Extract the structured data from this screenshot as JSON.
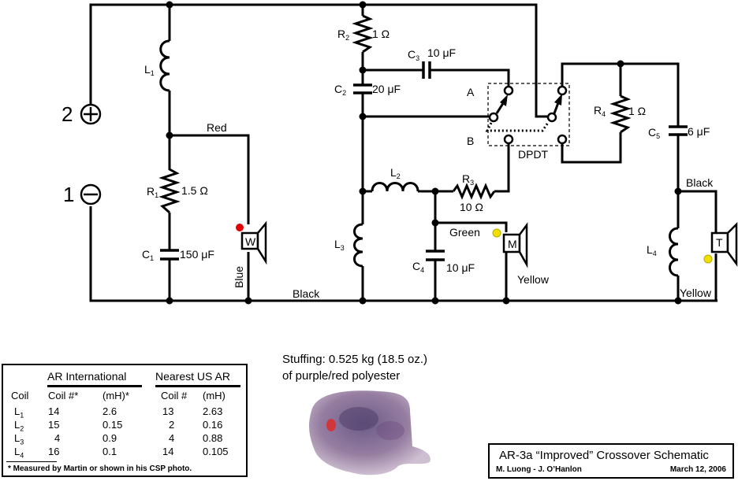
{
  "schematic": {
    "terminals": {
      "positive": {
        "number": "2",
        "symbol": "plus"
      },
      "negative": {
        "number": "1",
        "symbol": "minus"
      }
    },
    "components": {
      "L1": {
        "name": "L",
        "sub": "1"
      },
      "R1": {
        "name": "R",
        "sub": "1",
        "value": "1.5 Ω"
      },
      "C1": {
        "name": "C",
        "sub": "1",
        "value": "150 μF"
      },
      "R2": {
        "name": "R",
        "sub": "2",
        "value": "1  Ω"
      },
      "C2": {
        "name": "C",
        "sub": "2",
        "value": "20 μF"
      },
      "C3": {
        "name": "C",
        "sub": "3",
        "value": "10 μF"
      },
      "L2": {
        "name": "L",
        "sub": "2"
      },
      "R3": {
        "name": "R",
        "sub": "3",
        "value": "10 Ω"
      },
      "L3": {
        "name": "L",
        "sub": "3"
      },
      "C4": {
        "name": "C",
        "sub": "4",
        "value": "10 μF"
      },
      "R4": {
        "name": "R",
        "sub": "4",
        "value": "1 Ω"
      },
      "C5": {
        "name": "C",
        "sub": "5",
        "value": "6 μF"
      },
      "L4": {
        "name": "L",
        "sub": "4"
      }
    },
    "switch": {
      "label": "DPDT",
      "position_a": "A",
      "position_b": "B"
    },
    "drivers": {
      "woofer": {
        "letter": "W",
        "polarity_dot_color": "#e00000"
      },
      "midrange": {
        "letter": "M",
        "polarity_dot_color": "#f0e000"
      },
      "tweeter": {
        "letter": "T",
        "polarity_dot_color": "#f0e000"
      }
    },
    "wire_labels": {
      "red": "Red",
      "blue": "Blue",
      "black_bottom": "Black",
      "green": "Green",
      "yellow_mid": "Yellow",
      "black_tweeter": "Black",
      "yellow_tweeter": "Yellow"
    }
  },
  "coil_table": {
    "group_headers": [
      "AR International",
      "Nearest US AR"
    ],
    "columns": [
      "Coil",
      "Coil #*",
      "(mH)*",
      "Coil #",
      "(mH)"
    ],
    "rows": [
      {
        "coil": "L",
        "sub": "1",
        "ar_int_num": "14",
        "ar_int_mh": "2.6",
        "us_num": "13",
        "us_mh": "2.63"
      },
      {
        "coil": "L",
        "sub": "2",
        "ar_int_num": "15",
        "ar_int_mh": "0.15",
        "us_num": "2",
        "us_mh": "0.16"
      },
      {
        "coil": "L",
        "sub": "3",
        "ar_int_num": "4",
        "ar_int_mh": "0.9",
        "us_num": "4",
        "us_mh": "0.88"
      },
      {
        "coil": "L",
        "sub": "4",
        "ar_int_num": "16",
        "ar_int_mh": "0.1",
        "us_num": "14",
        "us_mh": "0.105"
      }
    ],
    "footnote": "* Measured by Martin or shown in his CSP photo."
  },
  "stuffing": {
    "line1": "Stuffing: 0.525 kg  (18.5 oz.)",
    "line2": "of purple/red polyester"
  },
  "title_block": {
    "title": "AR-3a “Improved”  Crossover Schematic",
    "authors": "M. Luong - J. O’Hanlon",
    "date": "March 12, 2006"
  }
}
